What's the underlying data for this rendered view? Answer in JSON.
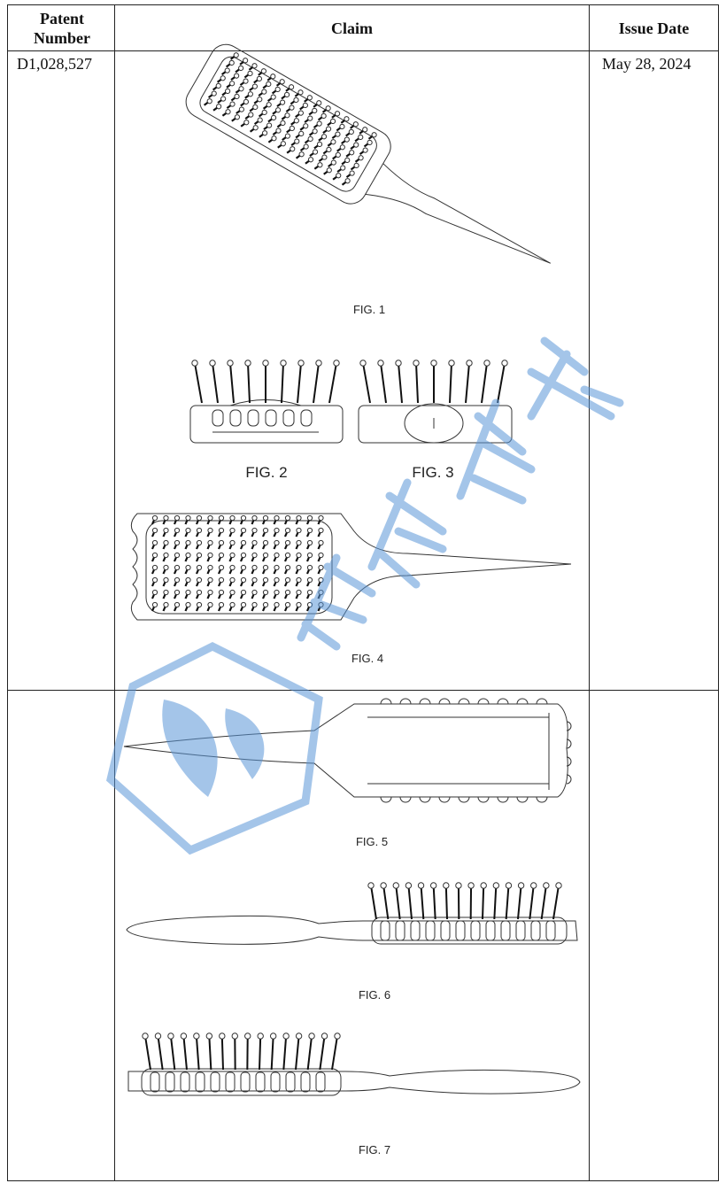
{
  "table": {
    "headers": {
      "patent_number": "Patent Number",
      "claim": "Claim",
      "issue_date": "Issue Date"
    },
    "rows": [
      {
        "patent_number": "D1,028,527",
        "issue_date": "May 28, 2024"
      }
    ]
  },
  "figures": [
    "FIG. 1",
    "FIG. 2",
    "FIG. 3",
    "FIG. 4",
    "FIG. 5",
    "FIG. 6",
    "FIG. 7"
  ],
  "watermark": {
    "text": "爱家星球",
    "color": "#5a96d7"
  }
}
